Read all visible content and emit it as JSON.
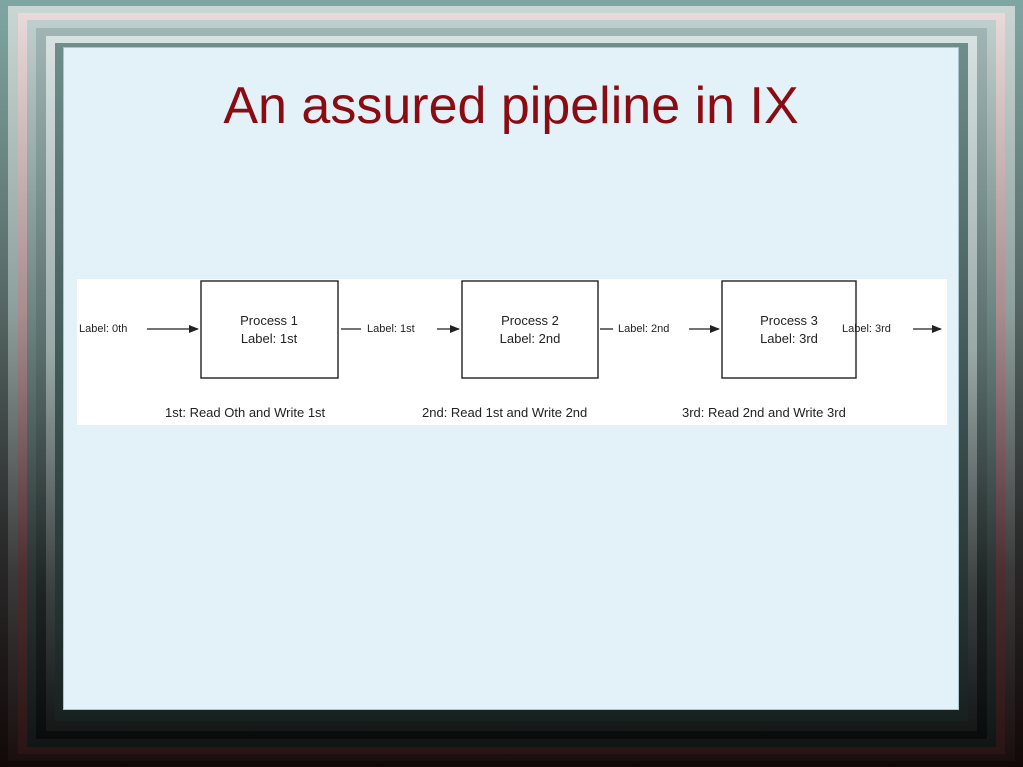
{
  "slide": {
    "title": "An assured pipeline in IX"
  },
  "diagram": {
    "input_label": "Label: 0th",
    "processes": [
      {
        "name": "Process 1",
        "label": "Label: 1st",
        "output_label": "Label: 1st",
        "caption": "1st: Read Oth and Write 1st"
      },
      {
        "name": "Process 2",
        "label": "Label: 2nd",
        "output_label": "Label: 2nd",
        "caption": "2nd: Read 1st and Write 2nd"
      },
      {
        "name": "Process 3",
        "label": "Label: 3rd",
        "output_label": "Label: 3rd",
        "caption": "3rd: Read 2nd and Write 3rd"
      }
    ]
  },
  "colors": {
    "title": "#8a0c12",
    "slide_background": "#e3f1f8",
    "figure_background": "#ffffff",
    "ink": "#222222"
  }
}
